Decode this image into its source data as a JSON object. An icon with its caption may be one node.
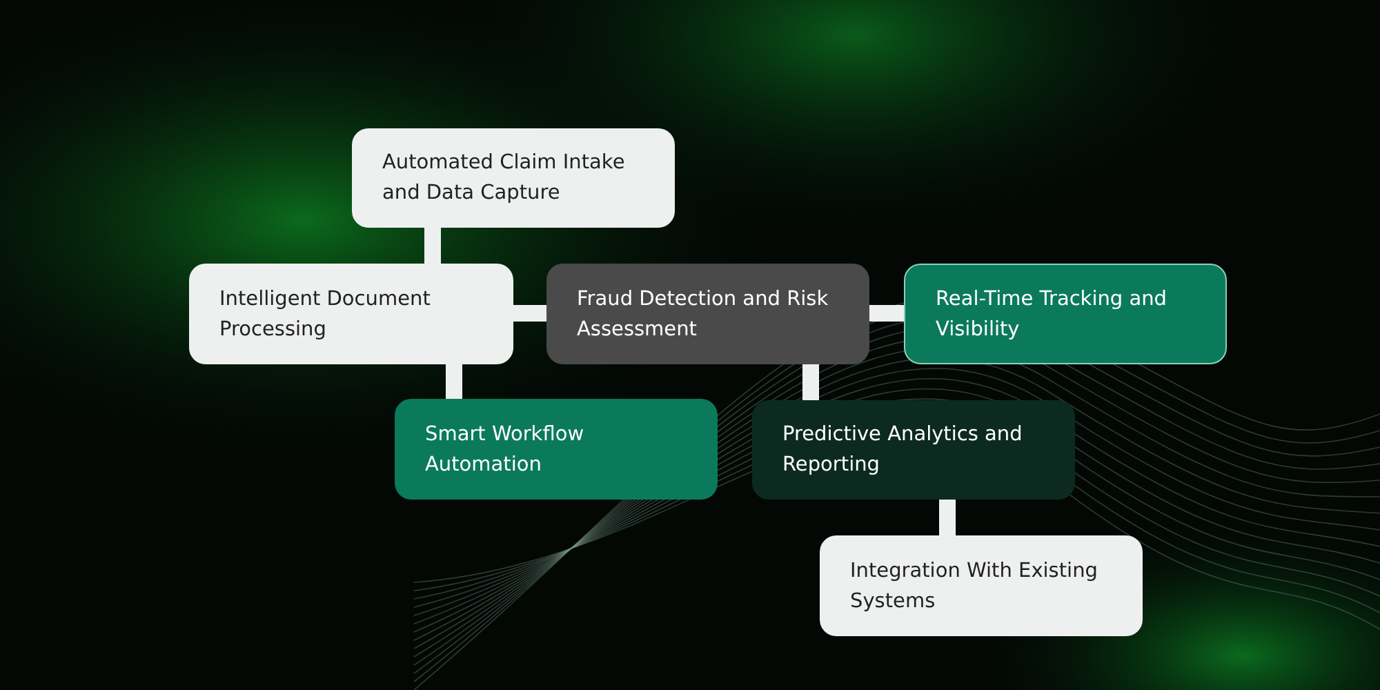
{
  "diagram": {
    "nodes": [
      {
        "text": [
          "Automated Claim Intake and Data Capture"
        ]
      },
      {
        "text": [
          "Intelligent Document Processing"
        ]
      },
      {
        "text": [
          "Fraud Detection and Risk Assessment"
        ]
      },
      {
        "text": [
          "Real-Time Tracking and Visibility"
        ]
      },
      {
        "text": [
          "Smart Workflow Automation"
        ]
      },
      {
        "text": [
          "Predictive Analytics and Reporting"
        ]
      },
      {
        "text": [
          "Integration With Existing Systems"
        ]
      }
    ],
    "edges": [
      {
        "from": 0,
        "to": 1,
        "arrow": "none"
      },
      {
        "from": 1,
        "to": 2,
        "arrow": "none"
      },
      {
        "from": 1,
        "to": 4,
        "arrow": "none"
      },
      {
        "from": 2,
        "to": 3,
        "arrow": "none"
      },
      {
        "from": 2,
        "to": 5,
        "arrow": "none"
      },
      {
        "from": 5,
        "to": 6,
        "arrow": "none"
      }
    ]
  }
}
